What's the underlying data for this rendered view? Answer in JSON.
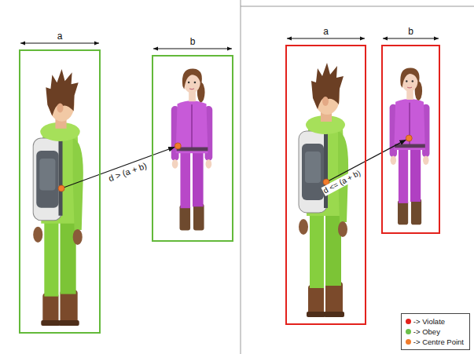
{
  "diagram": {
    "nodes": [
      {
        "text": [
          "a"
        ]
      },
      {
        "text": [
          "b"
        ]
      },
      {
        "text": [
          "a"
        ]
      },
      {
        "text": [
          "b"
        ]
      }
    ],
    "edges": [
      {
        "from": 0,
        "to": 1,
        "arrow": "to",
        "label": "d > (a + b)"
      },
      {
        "from": 2,
        "to": 3,
        "arrow": "to",
        "label": "d <= (a + b)"
      }
    ],
    "legend": [
      {
        "text": "-> Violate",
        "color": "#e3211c"
      },
      {
        "text": "-> Obey",
        "color": "#6cc04a"
      },
      {
        "text": "-> Centre Point",
        "color": "#f07c2c"
      }
    ]
  }
}
